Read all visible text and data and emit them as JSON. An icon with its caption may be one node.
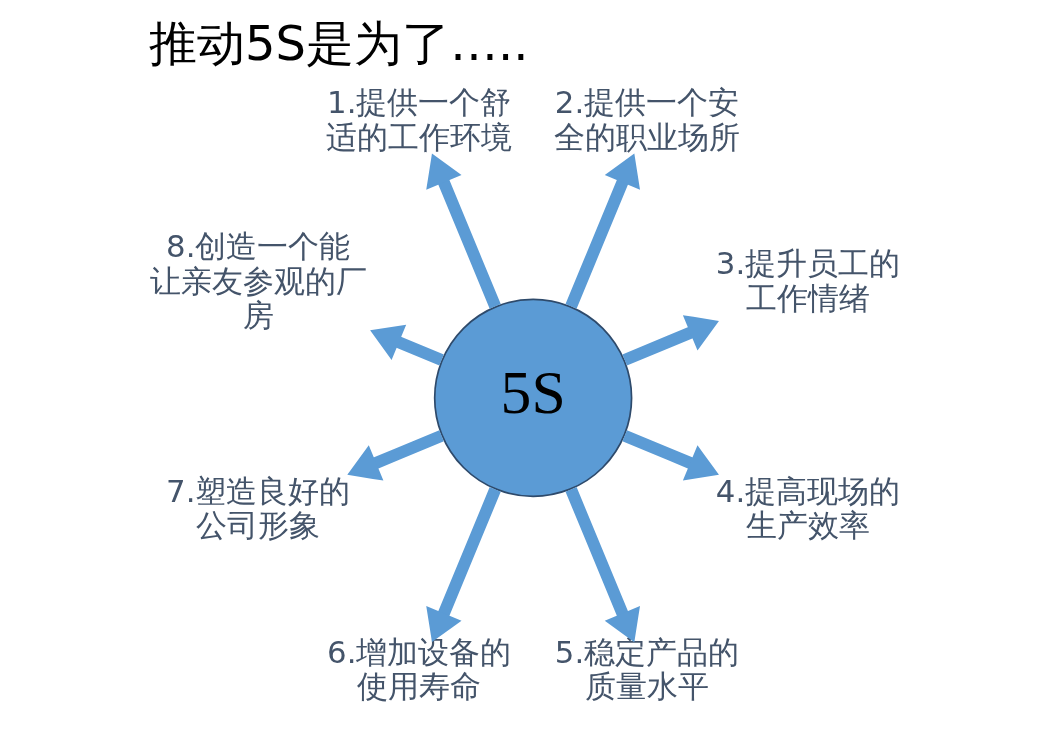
{
  "diagram": {
    "title": "推动5S是为了…..",
    "nodes": [
      {
        "text": [
          "5S"
        ]
      },
      {
        "text": [
          "1.提供一个舒适的工作环境"
        ]
      },
      {
        "text": [
          "2.提供一个安全的职业场所"
        ]
      },
      {
        "text": [
          "3.提升员工的工作情绪"
        ]
      },
      {
        "text": [
          "4.提高现场的生产效率"
        ]
      },
      {
        "text": [
          "5.稳定产品的质量水平"
        ]
      },
      {
        "text": [
          "6.增加设备的使用寿命"
        ]
      },
      {
        "text": [
          "7.塑造良好的公司形象"
        ]
      },
      {
        "text": [
          "8.创造一个能让亲友参观的厂房"
        ]
      }
    ],
    "edges": [
      {
        "from": 0,
        "to": 1,
        "arrow": "to"
      },
      {
        "from": 0,
        "to": 2,
        "arrow": "to"
      },
      {
        "from": 0,
        "to": 3,
        "arrow": "to"
      },
      {
        "from": 0,
        "to": 4,
        "arrow": "to"
      },
      {
        "from": 0,
        "to": 5,
        "arrow": "to"
      },
      {
        "from": 0,
        "to": 6,
        "arrow": "to"
      },
      {
        "from": 0,
        "to": 7,
        "arrow": "to"
      },
      {
        "from": 0,
        "to": 8,
        "arrow": "to"
      }
    ]
  }
}
